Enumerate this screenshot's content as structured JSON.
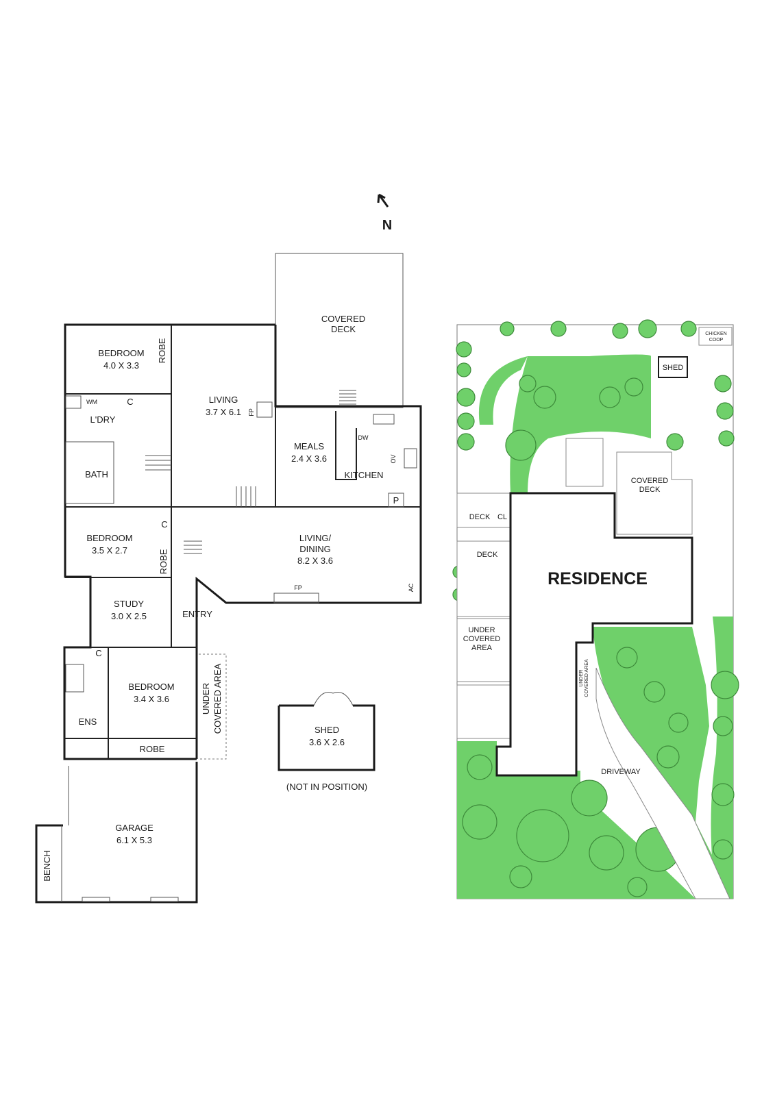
{
  "compass": {
    "label": "N"
  },
  "floorplan": {
    "bedroom1": {
      "name": "BEDROOM",
      "size": "4.0 X 3.3"
    },
    "robe1": "ROBE",
    "wm": "WM",
    "cupboard1": "C",
    "laundry": "L'DRY",
    "bath": "BATH",
    "living": {
      "name": "LIVING",
      "size": "3.7 X 6.1"
    },
    "fp1": "FP",
    "covered_deck": {
      "line1": "COVERED",
      "line2": "DECK"
    },
    "meals": {
      "name": "MEALS",
      "size": "2.4 X 3.6"
    },
    "dw": "DW",
    "ov": "OV",
    "kitchen": "KITCHEN",
    "pantry": "P",
    "bedroom2": {
      "name": "BEDROOM",
      "size": "3.5 X 2.7"
    },
    "cupboard2": "C",
    "robe2": "ROBE",
    "living_dining": {
      "line1": "LIVING/",
      "line2": "DINING",
      "size": "8.2 X 3.6"
    },
    "fp2": "FP",
    "ac": "AC",
    "study": {
      "name": "STUDY",
      "size": "3.0 X 2.5"
    },
    "entry": "ENTRY",
    "cupboard3": "C",
    "bedroom3": {
      "name": "BEDROOM",
      "size": "3.4 X 3.6"
    },
    "ens": "ENS",
    "robe3": "ROBE",
    "under_covered": {
      "line1": "UNDER",
      "line2": "COVERED AREA"
    },
    "garage": {
      "name": "GARAGE",
      "size": "6.1 X 5.3"
    },
    "bench": "BENCH",
    "shed": {
      "name": "SHED",
      "size": "3.6 X 2.6"
    },
    "shed_note": "(NOT IN POSITION)"
  },
  "siteplan": {
    "chicken_coop": {
      "line1": "CHICKEN",
      "line2": "COOP"
    },
    "shed": "SHED",
    "covered_deck": {
      "line1": "COVERED",
      "line2": "DECK"
    },
    "deck1": "DECK",
    "cl": "CL",
    "deck2": "DECK",
    "residence": "RESIDENCE",
    "under_covered": {
      "line1": "UNDER",
      "line2": "COVERED",
      "line3": "AREA"
    },
    "under_covered_small": {
      "line1": "UNDER",
      "line2": "COVERED AREA"
    },
    "driveway": "DRIVEWAY"
  },
  "colors": {
    "landscape": "#6fd06a",
    "wall": "#1a1a1a"
  }
}
